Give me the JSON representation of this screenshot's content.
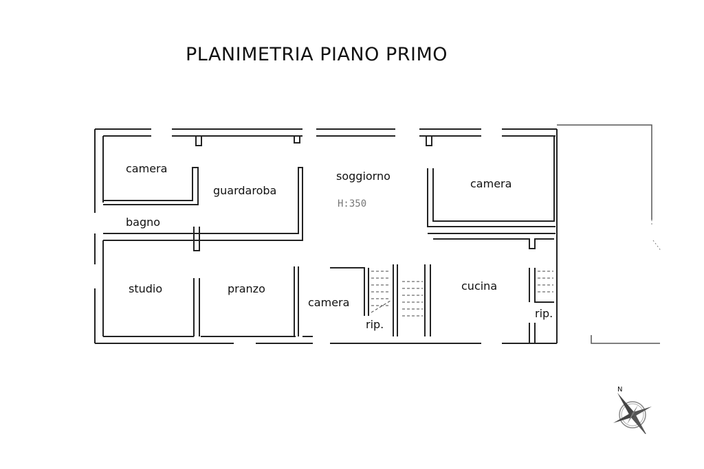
{
  "title": "PLANIMETRIA PIANO PRIMO",
  "rooms": [
    {
      "id": "camera-nw",
      "label": "camera"
    },
    {
      "id": "guardaroba",
      "label": "guardaroba"
    },
    {
      "id": "bagno",
      "label": "bagno"
    },
    {
      "id": "soggiorno",
      "label": "soggiorno"
    },
    {
      "id": "camera-ne",
      "label": "camera"
    },
    {
      "id": "studio",
      "label": "studio"
    },
    {
      "id": "pranzo",
      "label": "pranzo"
    },
    {
      "id": "camera-s",
      "label": "camera"
    },
    {
      "id": "rip-1",
      "label": "rip."
    },
    {
      "id": "cucina",
      "label": "cucina"
    },
    {
      "id": "rip-2",
      "label": "rip."
    }
  ],
  "height_note": "H:350",
  "compass": {
    "north_label": "N"
  },
  "colors": {
    "wall": "#222222",
    "background": "#ffffff",
    "note": "#777777"
  }
}
